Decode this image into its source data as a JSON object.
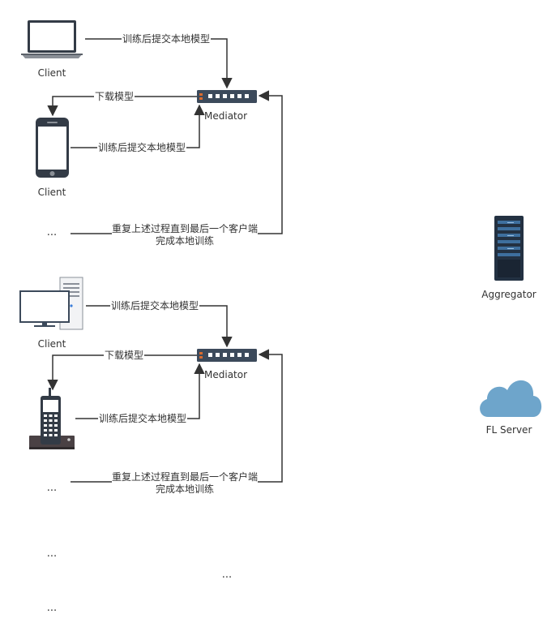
{
  "nodes": {
    "client_laptop": "Client",
    "client_phone": "Client",
    "client_desktop": "Client",
    "mediator_1": "Mediator",
    "mediator_2": "Mediator",
    "aggregator": "Aggregator",
    "fl_server": "FL Server"
  },
  "edges": {
    "laptop_submit": "训练后提交本地模型",
    "download_1": "下载模型",
    "phone_submit": "训练后提交本地模型",
    "repeat_1_line1": "重复上述过程直到最后一个客户端",
    "repeat_1_line2": "完成本地训练",
    "desktop_submit": "训练后提交本地模型",
    "download_2": "下载模型",
    "handset_submit": "训练后提交本地模型",
    "repeat_2_line1": "重复上述过程直到最后一个客户端",
    "repeat_2_line2": "完成本地训练"
  },
  "ellipsis": {
    "group1_more": "...",
    "group2_more": "...",
    "more_a": "...",
    "more_b": "...",
    "more_c": "..."
  },
  "colors": {
    "line": "#333333",
    "device_dark": "#3c4a5b",
    "screen_blue": "#7fa8d8",
    "cloud": "#6ea5cb",
    "server_dark": "#233142"
  }
}
